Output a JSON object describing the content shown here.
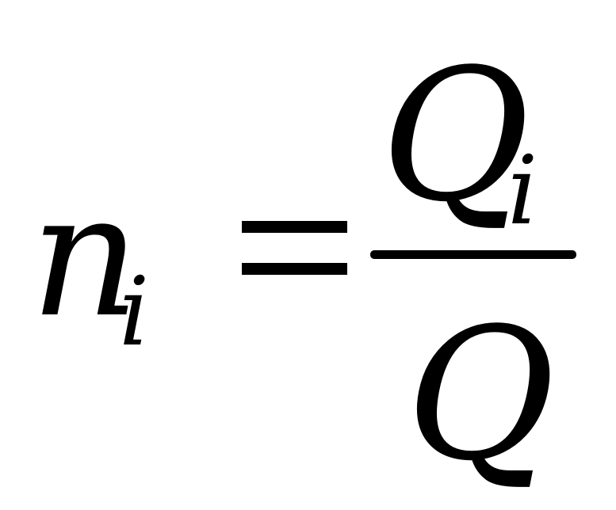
{
  "formula": {
    "lhs": {
      "variable": "n",
      "subscript": "i"
    },
    "equals": "=",
    "rhs": {
      "numerator": {
        "variable": "Q",
        "subscript": "i"
      },
      "denominator": {
        "variable": "Q"
      }
    }
  }
}
